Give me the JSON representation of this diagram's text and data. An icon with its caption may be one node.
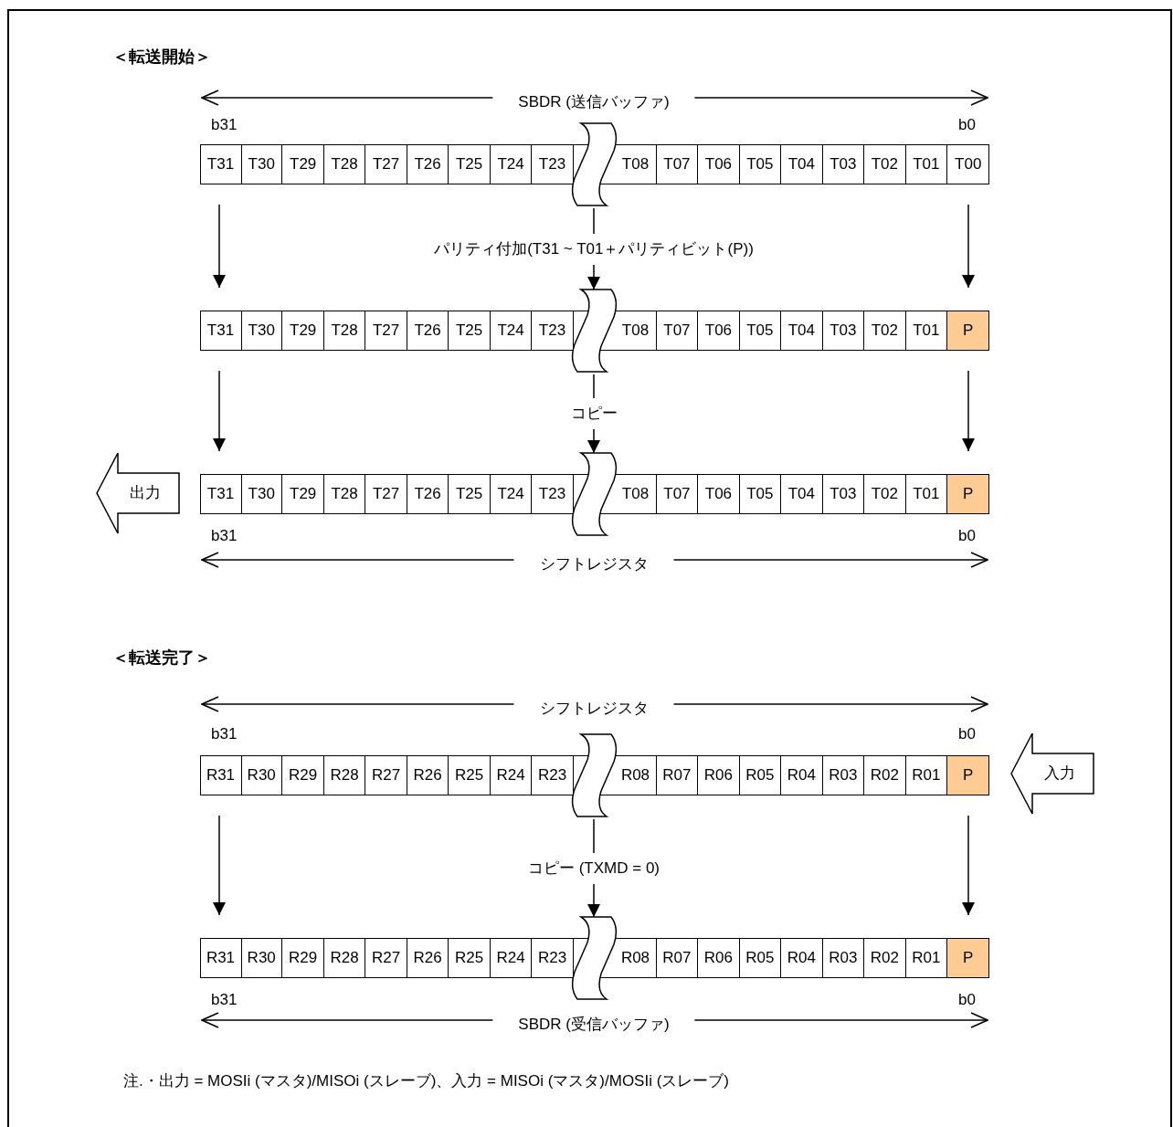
{
  "diagram": {
    "nodes": [
      {
        "text": [
          "T31",
          "T30",
          "T29",
          "T28",
          "T27",
          "T26",
          "T25",
          "T24",
          "T23",
          "T08",
          "T07",
          "T06",
          "T05",
          "T04",
          "T03",
          "T02",
          "T01",
          "T00"
        ],
        "beside": [
          "b31",
          "b0"
        ]
      },
      {
        "text": [],
        "shape": "break"
      },
      {
        "text": [
          "T31",
          "T30",
          "T29",
          "T28",
          "T27",
          "T26",
          "T25",
          "T24",
          "T23",
          "T08",
          "T07",
          "T06",
          "T05",
          "T04",
          "T03",
          "T02",
          "T01",
          "P"
        ]
      },
      {
        "text": [],
        "shape": "break"
      },
      {
        "text": [
          "出力"
        ]
      },
      {
        "text": [
          "T31",
          "T30",
          "T29",
          "T28",
          "T27",
          "T26",
          "T25",
          "T24",
          "T23",
          "T08",
          "T07",
          "T06",
          "T05",
          "T04",
          "T03",
          "T02",
          "T01",
          "P"
        ],
        "beside": [
          "b31",
          "b0"
        ]
      },
      {
        "text": [],
        "shape": "break"
      },
      {
        "text": [
          "R31",
          "R30",
          "R29",
          "R28",
          "R27",
          "R26",
          "R25",
          "R24",
          "R23",
          "R08",
          "R07",
          "R06",
          "R05",
          "R04",
          "R03",
          "R02",
          "R01",
          "P"
        ],
        "beside": [
          "b31",
          "b0"
        ]
      },
      {
        "text": [],
        "shape": "break"
      },
      {
        "text": [
          "入力"
        ]
      },
      {
        "text": [
          "R31",
          "R30",
          "R29",
          "R28",
          "R27",
          "R26",
          "R25",
          "R24",
          "R23",
          "R08",
          "R07",
          "R06",
          "R05",
          "R04",
          "R03",
          "R02",
          "R01",
          "P"
        ],
        "beside": [
          "b31",
          "b0"
        ]
      },
      {
        "text": [],
        "shape": "break"
      }
    ],
    "edges": [
      {
        "from": 0,
        "to": 2,
        "arrow": "to"
      },
      {
        "from": 1,
        "to": 3,
        "arrow": "to",
        "label": "パリティ付加(T31 ~ T01＋パリティビット(P))"
      },
      {
        "from": 0,
        "to": 2,
        "arrow": "to"
      },
      {
        "from": 2,
        "to": 5,
        "arrow": "to"
      },
      {
        "from": 3,
        "to": 6,
        "arrow": "to",
        "label": "コピー"
      },
      {
        "from": 2,
        "to": 5,
        "arrow": "to"
      },
      {
        "from": 7,
        "to": 10,
        "arrow": "to"
      },
      {
        "from": 8,
        "to": 11,
        "arrow": "to",
        "label": "コピー (TXMD = 0)"
      },
      {
        "from": 7,
        "to": 10,
        "arrow": "to"
      }
    ],
    "labels": [
      "＜転送開始＞",
      "SBDR (送信バッファ)",
      "シフトレジスタ",
      "＜転送完了＞",
      "シフトレジスタ",
      "SBDR (受信バッファ)",
      "注.・出力 = MOSIi (マスタ)/MISOi (スレーブ)、入力 = MISOi (マスタ)/MOSIi (スレーブ)"
    ]
  }
}
